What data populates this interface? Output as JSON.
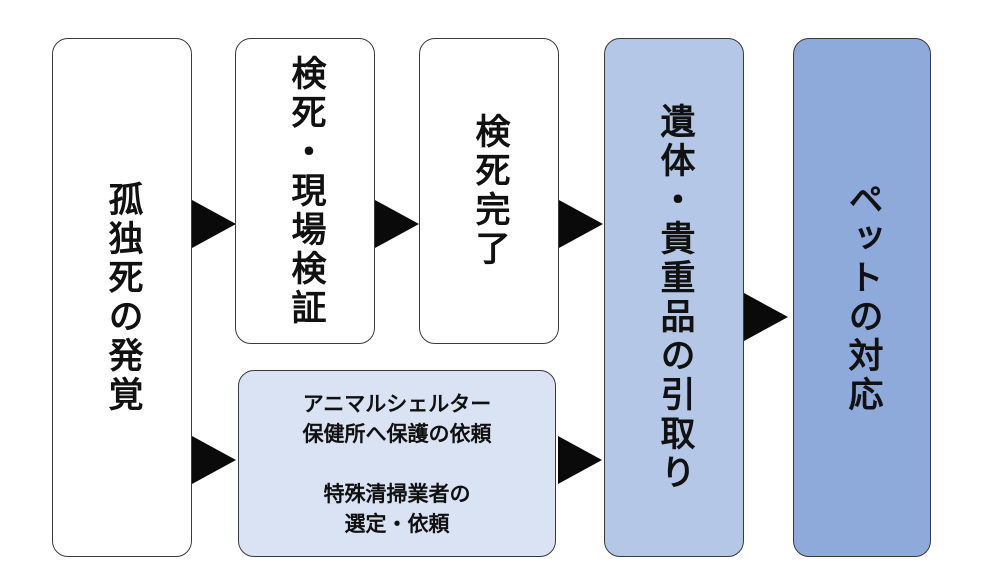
{
  "diagram": {
    "discovery": {
      "label": "孤独死の発覚"
    },
    "inspection": {
      "label": "検死・現場検証"
    },
    "complete": {
      "label": "検死完了"
    },
    "request": {
      "line1": "アニマルシェルター",
      "line2": "保健所へ保護の依頼",
      "line3": "特殊清掃業者の",
      "line4": "選定・依頼"
    },
    "retrieval": {
      "label": "遺体・貴重品の引取り"
    },
    "pet": {
      "label": "ペットの対応"
    },
    "colors": {
      "box_white": "#ffffff",
      "box_light_blue": "#dae3f3",
      "box_mid_blue": "#b4c7e7",
      "box_dark_blue": "#8eaadb",
      "arrow": "#0a0a0a",
      "border": "#3a3a3a"
    }
  }
}
